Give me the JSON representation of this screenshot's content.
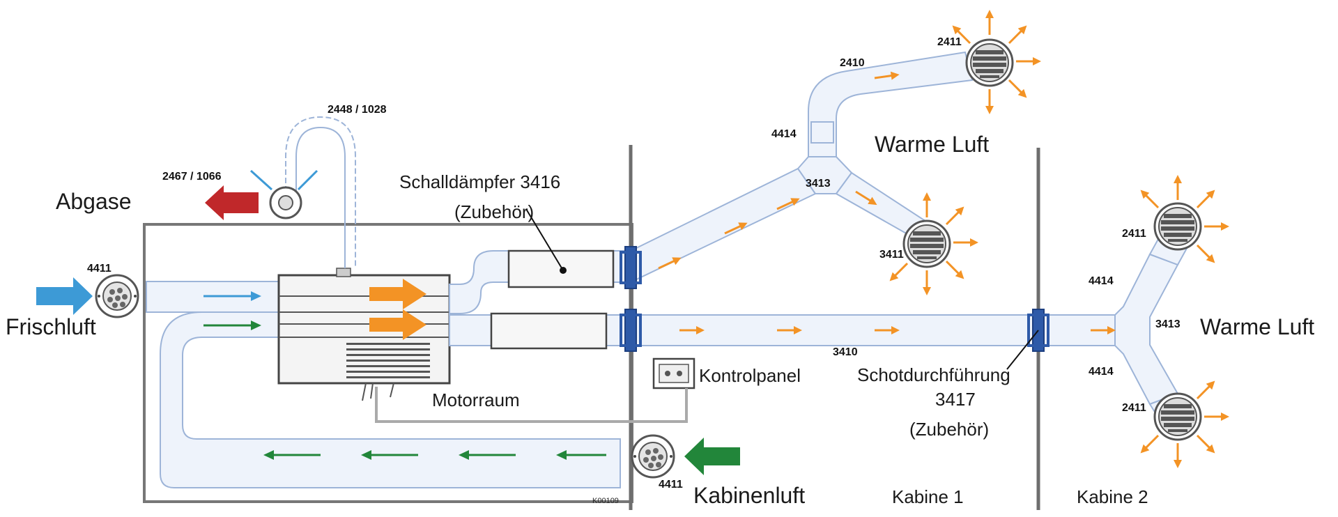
{
  "labels": {
    "abgase": "Abgase",
    "frischluft": "Frischluft",
    "kabinenluft": "Kabinenluft",
    "motorraum": "Motorraum",
    "kontrolpanel": "Kontrolpanel",
    "schalldaempfer": "Schalldämpfer 3416",
    "zubehoer_1": "(Zubehör)",
    "warme_luft_1": "Warme Luft",
    "warme_luft_2": "Warme Luft",
    "schotdurchfuehrung": "Schotdurchführung",
    "schot_number": "3417",
    "zubehoer_2": "(Zubehör)",
    "kabine_1": "Kabine 1",
    "kabine_2": "Kabine 2",
    "image_code": "K00109"
  },
  "part_numbers": {
    "exhaust_pipe": "2448 / 1028",
    "exhaust_outlet": "2467 / 1066",
    "intake_left": "4411",
    "intake_cabin": "4411",
    "outlet_top_right": "2411",
    "duct_top": "2410",
    "reducer_top": "4414",
    "y_piece_top": "3413",
    "outlet_mid": "3411",
    "main_duct": "3410",
    "reducer_right_upper": "4414",
    "y_piece_right": "3413",
    "reducer_right_lower": "4414",
    "outlet_right_upper": "2411",
    "outlet_right_lower": "2411"
  },
  "colors": {
    "exhaust_arrow": "#c0282a",
    "fresh_air_arrow": "#3d9ad6",
    "cabin_air_arrow": "#22863a",
    "warm_air_arrow": "#f39325",
    "duct_fill": "#eef3fb",
    "duct_stroke": "#9db4d8",
    "bulkhead_fitting": "#2e5aa8"
  }
}
